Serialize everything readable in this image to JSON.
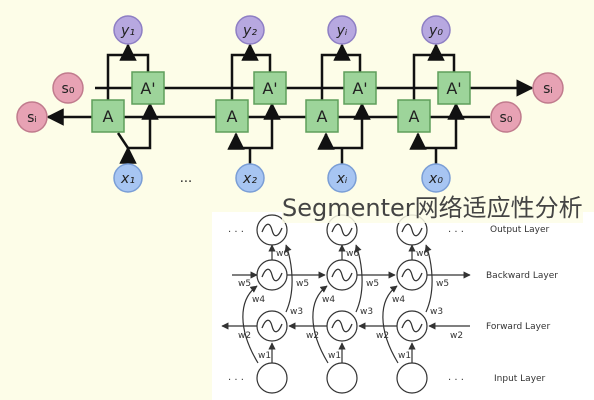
{
  "top_diagram": {
    "output_nodes": [
      "y₁",
      "y₂",
      "yᵢ",
      "y₀"
    ],
    "input_nodes": [
      "x₁",
      "x₂",
      "xᵢ",
      "x₀"
    ],
    "forward_cells": [
      "A",
      "A",
      "A",
      "A"
    ],
    "backward_cells": [
      "A'",
      "A'",
      "A'",
      "A'"
    ],
    "left_states": [
      "s₀",
      "sᵢ"
    ],
    "right_states": [
      "sᵢ",
      "s₀"
    ],
    "ellipsis": "..."
  },
  "caption": "Segmenter网络适应性分析",
  "bottom_diagram": {
    "layer_labels": [
      "Output Layer",
      "Backward Layer",
      "Forward Layer",
      "Input Layer"
    ],
    "weights": {
      "w1": "w1",
      "w2": "w2",
      "w3": "w3",
      "w4": "w4",
      "w5": "w5",
      "w6": "w6"
    },
    "dots": ". . ."
  },
  "colors": {
    "output_node": "#b7a8e0",
    "input_node": "#a7c5f2",
    "cell": "#9dd49a",
    "state_node": "#e7a2b4",
    "caption_text": "#444444"
  }
}
